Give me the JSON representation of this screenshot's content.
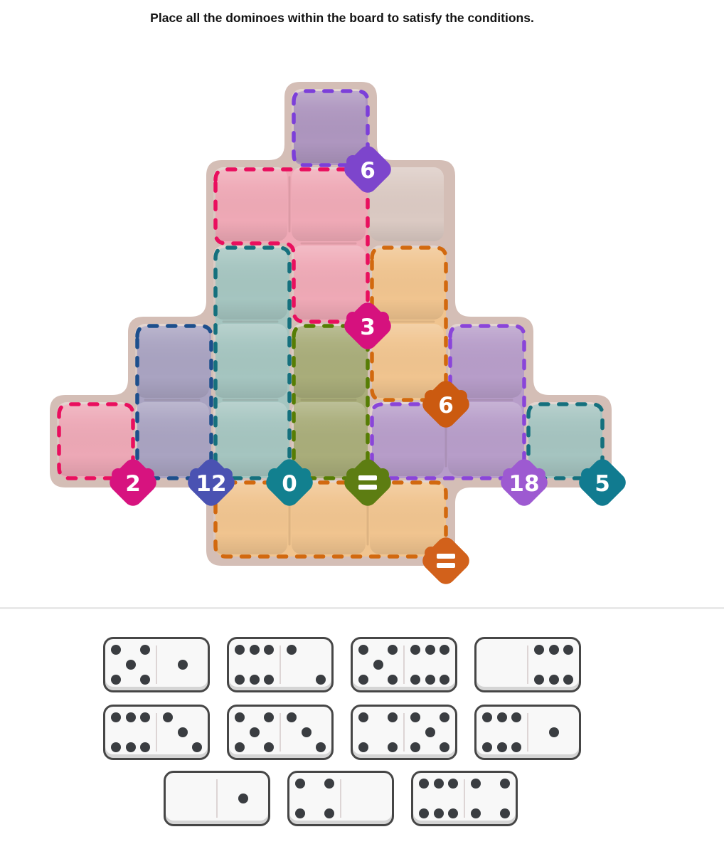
{
  "title": "Place all the dominoes within the board to satisfy the conditions.",
  "board": {
    "plate_color": "#d4beb6",
    "tile_color": "#dbcac3",
    "cells": [
      [
        3,
        0
      ],
      [
        2,
        1
      ],
      [
        3,
        1
      ],
      [
        4,
        1
      ],
      [
        2,
        2
      ],
      [
        3,
        2
      ],
      [
        4,
        2
      ],
      [
        1,
        3
      ],
      [
        2,
        3
      ],
      [
        3,
        3
      ],
      [
        4,
        3
      ],
      [
        5,
        3
      ],
      [
        0,
        4
      ],
      [
        1,
        4
      ],
      [
        2,
        4
      ],
      [
        3,
        4
      ],
      [
        4,
        4
      ],
      [
        5,
        4
      ],
      [
        6,
        4
      ],
      [
        2,
        5
      ],
      [
        3,
        5
      ],
      [
        4,
        5
      ]
    ],
    "regions": [
      {
        "name": "purple-top",
        "fill": "#ae96bf",
        "stroke": "#7c3fd9",
        "cells": [
          [
            3,
            0
          ]
        ],
        "badge": {
          "label": "6",
          "color": "#7d45cc"
        }
      },
      {
        "name": "pink-l",
        "fill": "#efa9b6",
        "stroke": "#e90f5e",
        "cells": [
          [
            2,
            1
          ],
          [
            3,
            1
          ],
          [
            3,
            2
          ]
        ],
        "badge": {
          "label": "3",
          "color": "#d6117e"
        }
      },
      {
        "name": "teal-column",
        "fill": "#a5c5c0",
        "stroke": "#15707d",
        "cells": [
          [
            2,
            2
          ],
          [
            2,
            3
          ],
          [
            2,
            4
          ]
        ],
        "badge": {
          "label": "0",
          "color": "#12808f"
        }
      },
      {
        "name": "orange-column",
        "fill": "#f0c48f",
        "stroke": "#d2690f",
        "cells": [
          [
            4,
            2
          ],
          [
            4,
            3
          ]
        ],
        "badge": {
          "label": "6",
          "color": "#cb5a10"
        }
      },
      {
        "name": "navy-column",
        "fill": "#a9a3c1",
        "stroke": "#1d4f8c",
        "cells": [
          [
            1,
            3
          ],
          [
            1,
            4
          ]
        ],
        "badge": {
          "label": "12",
          "color": "#4a52b2"
        }
      },
      {
        "name": "olive-column",
        "fill": "#a9ad7a",
        "stroke": "#567d04",
        "cells": [
          [
            3,
            3
          ],
          [
            3,
            4
          ]
        ],
        "badge": {
          "label": "=",
          "color": "#5d7d12"
        }
      },
      {
        "name": "purple-l",
        "fill": "#b79dc9",
        "stroke": "#8a45d9",
        "cells": [
          [
            5,
            3
          ],
          [
            4,
            4
          ],
          [
            5,
            4
          ]
        ],
        "badge": {
          "label": "18",
          "color": "#9d5ad1"
        }
      },
      {
        "name": "pink-single",
        "fill": "#eda8b6",
        "stroke": "#e90f5e",
        "cells": [
          [
            0,
            4
          ]
        ],
        "badge": {
          "label": "2",
          "color": "#d7137f"
        }
      },
      {
        "name": "teal-single",
        "fill": "#a5c4c0",
        "stroke": "#15707d",
        "cells": [
          [
            6,
            4
          ]
        ],
        "badge": {
          "label": "5",
          "color": "#117b90"
        }
      },
      {
        "name": "orange-row",
        "fill": "#f0c48f",
        "stroke": "#d2690f",
        "cells": [
          [
            2,
            5
          ],
          [
            3,
            5
          ],
          [
            4,
            5
          ]
        ],
        "badge": {
          "label": "=",
          "color": "#d2611b"
        }
      }
    ]
  },
  "tray": {
    "rows": [
      [
        [
          5,
          1
        ],
        [
          6,
          2
        ],
        [
          5,
          6
        ],
        [
          0,
          6
        ]
      ],
      [
        [
          6,
          3
        ],
        [
          5,
          3
        ],
        [
          4,
          5
        ],
        [
          6,
          1
        ]
      ],
      [
        [
          0,
          1
        ],
        [
          4,
          0
        ],
        [
          6,
          4
        ]
      ]
    ]
  }
}
